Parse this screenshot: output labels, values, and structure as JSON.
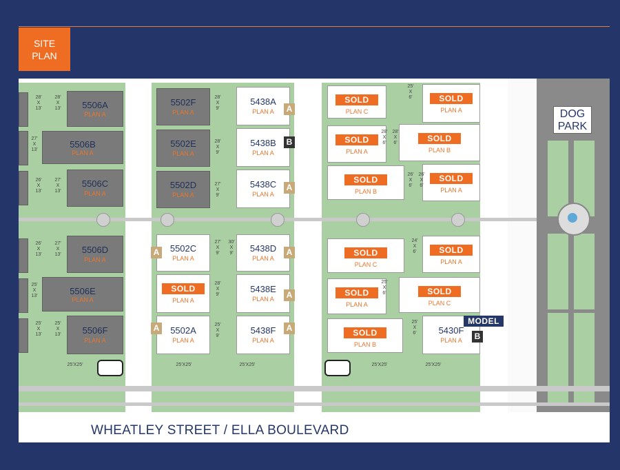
{
  "header": {
    "badge_line1": "SITE",
    "badge_line2": "PLAN"
  },
  "street_name": "WHEATLEY STREET / ELLA BOULEVARD",
  "dog_park": {
    "line1": "DOG",
    "line2": "PARK"
  },
  "model_label": "MODEL",
  "colors": {
    "background": "#233569",
    "accent": "#ef6d22",
    "ground": "#a9cfa3",
    "lot_dark": "#7a7a7a",
    "tag_a": "#c8a97a",
    "tag_b": "#333333"
  },
  "lots": {
    "l5506A": {
      "num": "5506A",
      "plan": "PLAN A"
    },
    "l5506B": {
      "num": "5506B",
      "plan": "PLAN A"
    },
    "l5506C": {
      "num": "5506C",
      "plan": "PLAN A"
    },
    "l5506D": {
      "num": "5506D",
      "plan": "PLAN A"
    },
    "l5506E": {
      "num": "5506E",
      "plan": "PLAN A"
    },
    "l5506F": {
      "num": "5506F",
      "plan": "PLAN A"
    },
    "l5502F": {
      "num": "5502F",
      "plan": "PLAN A"
    },
    "l5502E": {
      "num": "5502E",
      "plan": "PLAN A"
    },
    "l5502D": {
      "num": "5502D",
      "plan": "PLAN A"
    },
    "l5502C": {
      "num": "5502C",
      "plan": "PLAN A"
    },
    "l5502B": {
      "status": "SOLD",
      "plan": "PLAN A"
    },
    "l5502A": {
      "num": "5502A",
      "plan": "PLAN A"
    },
    "l5438A": {
      "num": "5438A",
      "plan": "PLAN A"
    },
    "l5438B": {
      "num": "5438B",
      "plan": "PLAN A"
    },
    "l5438C": {
      "num": "5438C",
      "plan": "PLAN A"
    },
    "l5438D": {
      "num": "5438D",
      "plan": "PLAN A"
    },
    "l5438E": {
      "num": "5438E",
      "plan": "PLAN A"
    },
    "l5438F": {
      "num": "5438F",
      "plan": "PLAN A"
    },
    "s1": {
      "status": "SOLD",
      "plan": "PLAN C"
    },
    "s2": {
      "status": "SOLD",
      "plan": "PLAN A"
    },
    "s3": {
      "status": "SOLD",
      "plan": "PLAN B"
    },
    "s4": {
      "status": "SOLD",
      "plan": "PLAN C"
    },
    "s5": {
      "status": "SOLD",
      "plan": "PLAN A"
    },
    "s6": {
      "status": "SOLD",
      "plan": "PLAN B"
    },
    "r1": {
      "status": "SOLD",
      "plan": "PLAN A"
    },
    "r2": {
      "status": "SOLD",
      "plan": "PLAN B"
    },
    "r3": {
      "status": "SOLD",
      "plan": "PLAN A"
    },
    "r4": {
      "status": "SOLD",
      "plan": "PLAN A"
    },
    "r5": {
      "status": "SOLD",
      "plan": "PLAN C"
    },
    "l5430F": {
      "num": "5430F",
      "plan": "PLAN A"
    }
  },
  "tags": {
    "a": "A",
    "b": "B"
  },
  "dims": {
    "d28x13": "28'\nX\n13'",
    "d27x13": "27'\nX\n13'",
    "d26x13": "26'\nX\n13'",
    "d25x13": "25'\nX\n13'",
    "d28x9": "28'\nX\n9'",
    "d27x9": "27'\nX\n9'",
    "d30x9": "30'\nX\n9'",
    "d25x6": "25'\nX\n6'",
    "d28x6": "28'\nX\n6'",
    "d26x6": "26'\nX\n6'",
    "d24x6": "24'\nX\n6'",
    "d25x9": "25'\nX\n9'",
    "drive": "25'X25'"
  }
}
